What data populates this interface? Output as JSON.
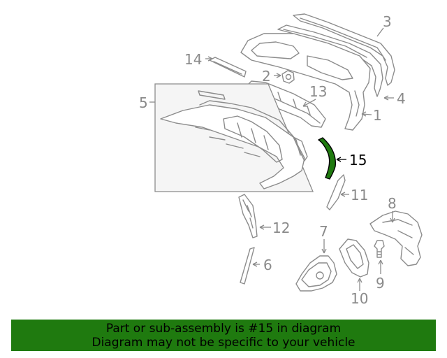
{
  "callouts": {
    "c1": "1",
    "c2": "2",
    "c3": "3",
    "c4": "4",
    "c5": "5",
    "c6": "6",
    "c7": "7",
    "c8": "8",
    "c9": "9",
    "c10": "10",
    "c11": "11",
    "c12": "12",
    "c13": "13",
    "c14": "14",
    "c15": "15"
  },
  "highlight": {
    "part": "15",
    "color": "#1f7a0f"
  },
  "banner": {
    "line1": "Part or sub-assembly is #15 in diagram",
    "line2": "Diagram may not be specific to your vehicle",
    "background": "#1f7a0f"
  }
}
